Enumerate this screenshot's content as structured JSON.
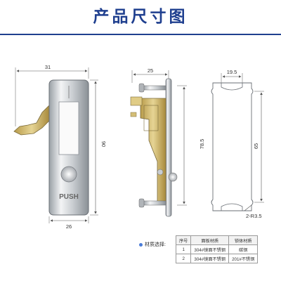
{
  "title": "产品尺寸图",
  "dimensions": {
    "front_width_top": "31",
    "front_height": "90",
    "front_width_bottom": "26",
    "push_label": "PUSH",
    "side_depth": "25",
    "side_height": "78.5",
    "cutout_width": "19.5",
    "cutout_height": "65",
    "cutout_radius": "2-R3.5"
  },
  "materials": {
    "label": "材质选择:",
    "headers": [
      "序号",
      "面板材质",
      "锁体材质"
    ],
    "rows": [
      [
        "1",
        "304#镜面不锈钢",
        "碳钢"
      ],
      [
        "2",
        "304#镜面不锈钢",
        "201#不锈钢"
      ]
    ]
  },
  "colors": {
    "title": "#1f3f8f",
    "divider": "#1f3f8f",
    "dimension": "#555555",
    "accent": "#4a7cd8"
  }
}
